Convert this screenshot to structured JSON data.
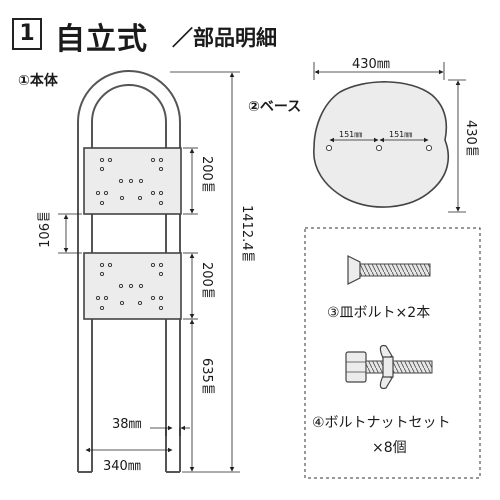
{
  "header": {
    "number": "1",
    "title": "自立式",
    "subtitle": "／部品明細"
  },
  "parts": {
    "main_body": {
      "label": "①本体",
      "dim_height_total": "1412.4㎜",
      "dim_panel_upper": "200㎜",
      "dim_panel_lower": "200㎜",
      "dim_gap": "106㎜",
      "dim_bottom": "635㎜",
      "dim_pipe": "38㎜",
      "dim_width": "340㎜"
    },
    "base": {
      "label": "②ベース",
      "dim_width": "430㎜",
      "dim_height": "430㎜",
      "dim_hole_left": "151㎜",
      "dim_hole_right": "151㎜"
    },
    "bolt": {
      "label": "③皿ボルト×2本"
    },
    "bolt_nut_set": {
      "label_line1": "④ボルトナットセット",
      "label_line2": "×8個"
    }
  }
}
